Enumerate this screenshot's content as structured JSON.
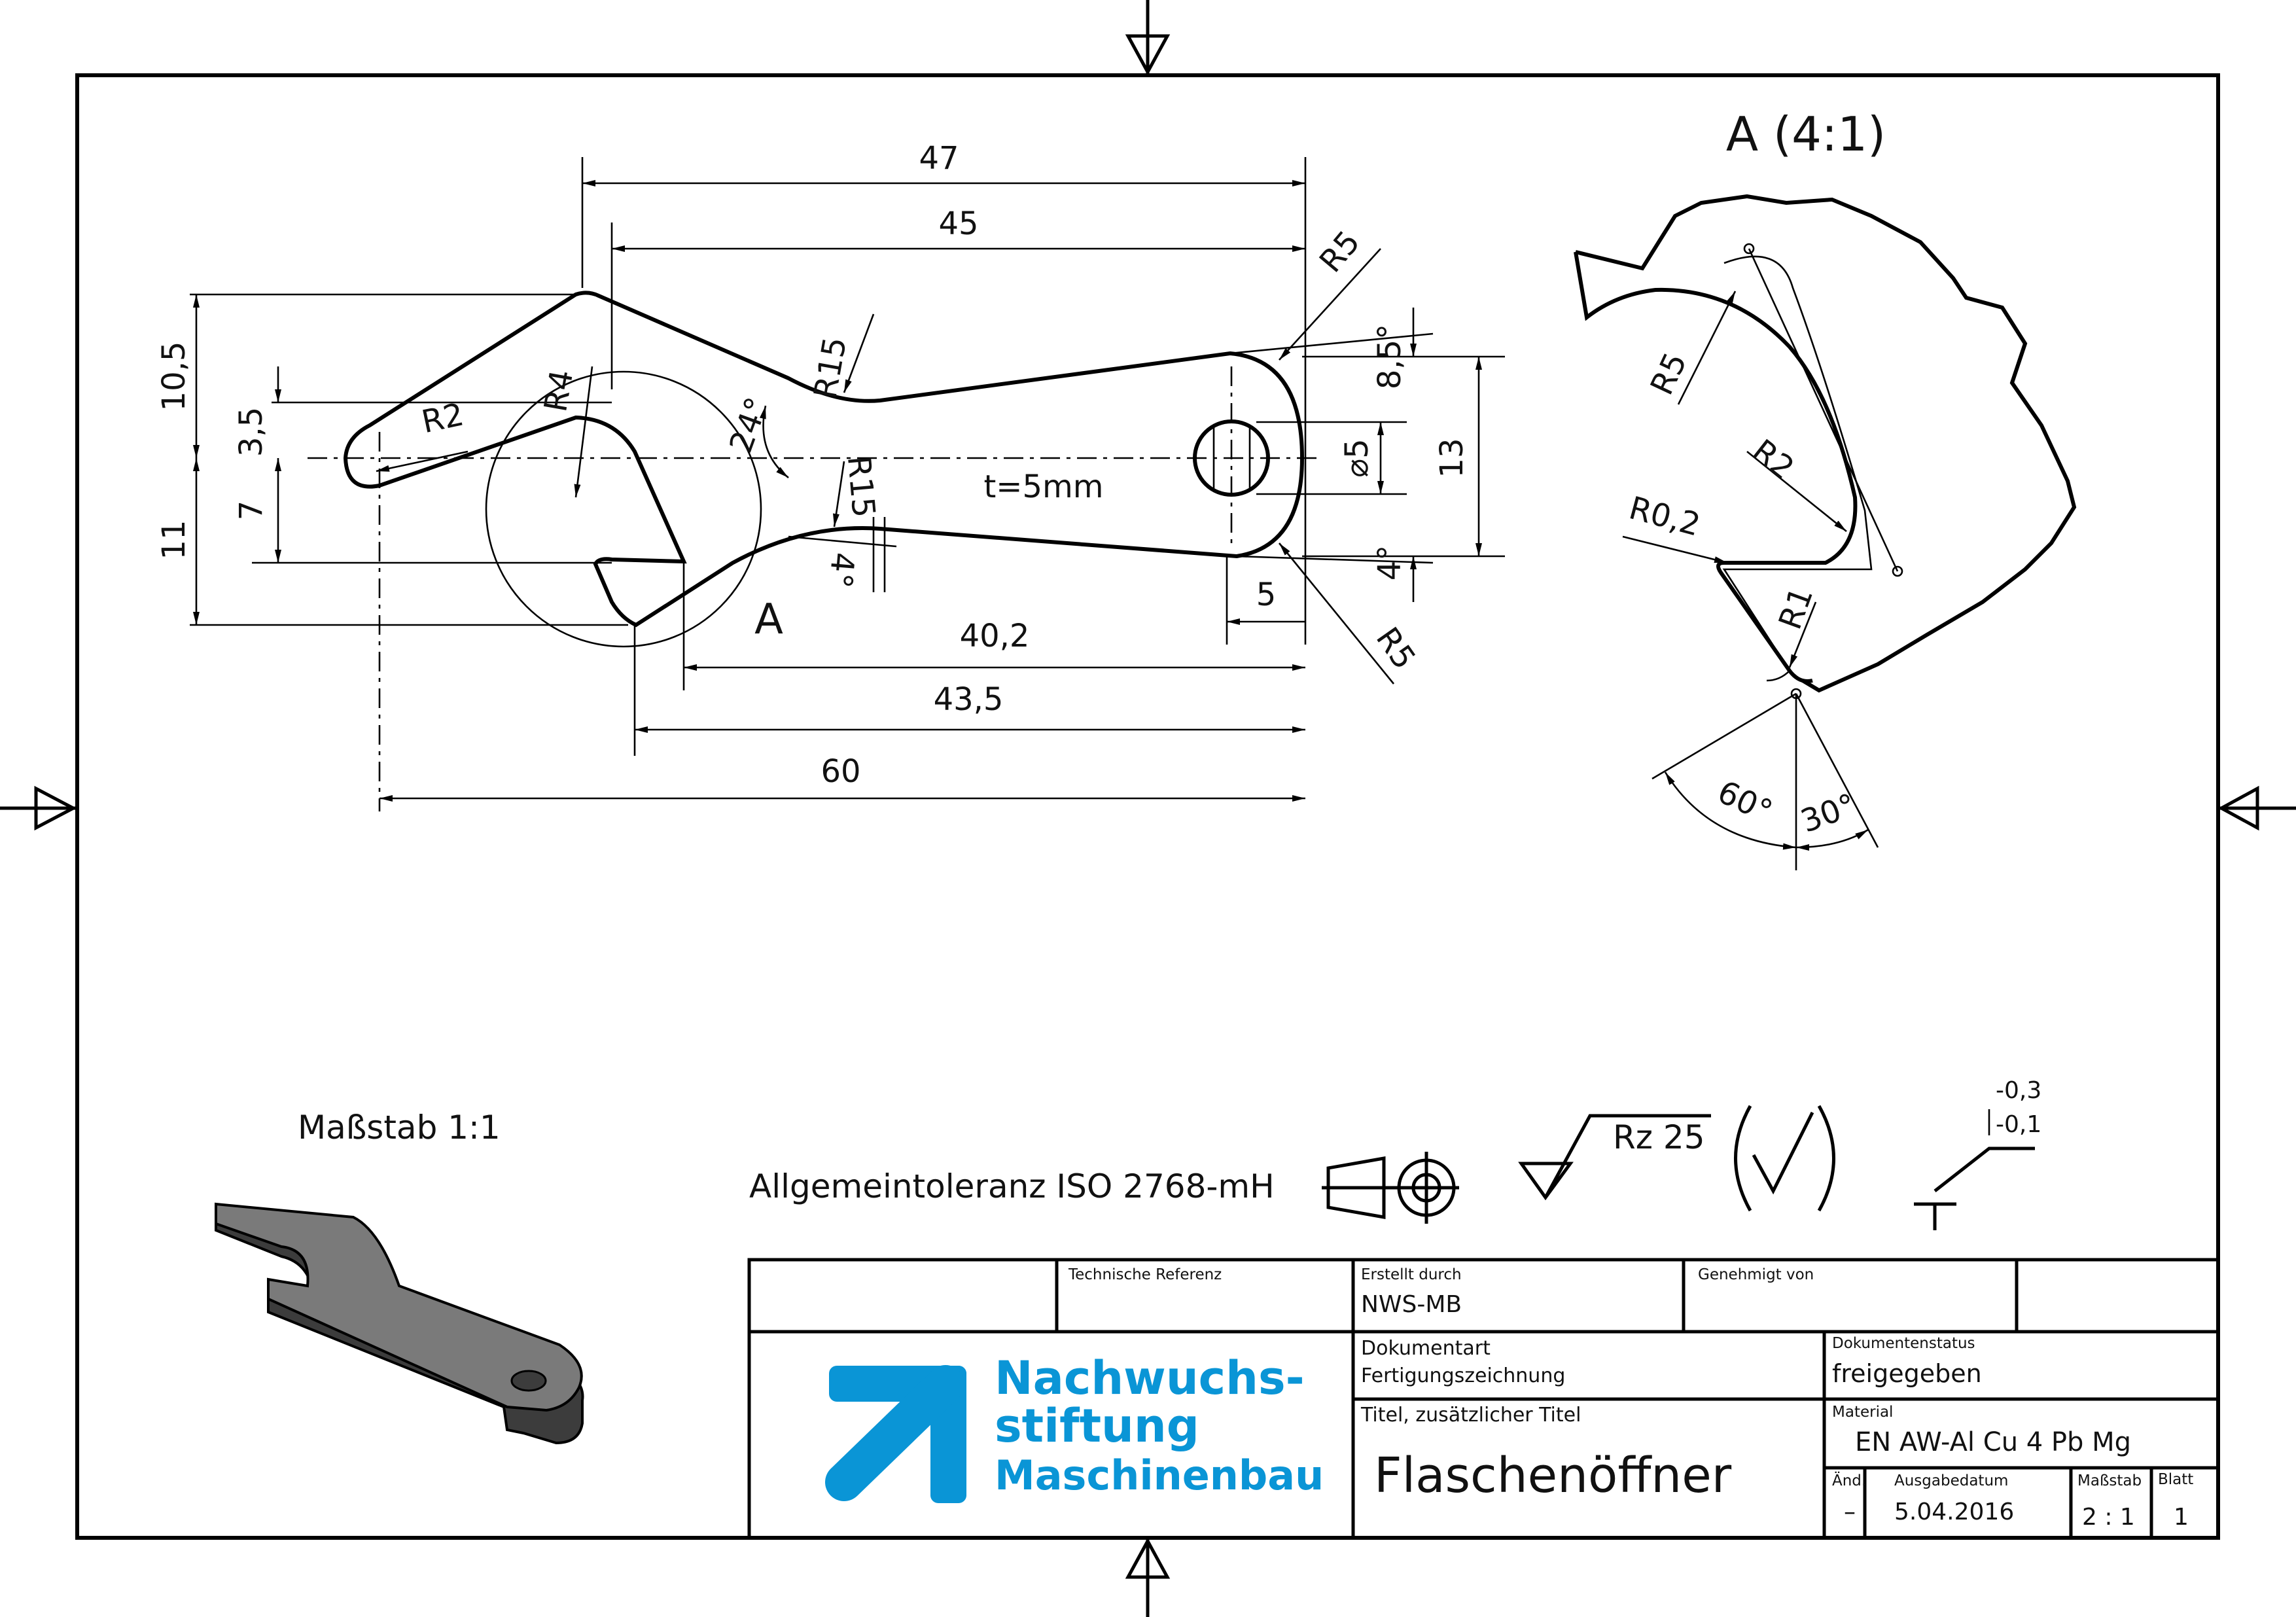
{
  "drawing": {
    "dimensions": {
      "d47": "47",
      "d45": "45",
      "d10_5": "10,5",
      "d3_5": "3,5",
      "d7": "7",
      "d11": "11",
      "r4": "R4",
      "r2": "R2",
      "a24": "24°",
      "r15_top": "R15",
      "r15_bottom": "R15",
      "a4_left": "4°",
      "r5_top": "R5",
      "r5_bottom": "R5",
      "a8_5": "8,5°",
      "a4_right": "4°",
      "d5_dia": "⌀5",
      "d13": "13",
      "d5": "5",
      "thickness": "t=5mm",
      "d40_2": "40,2",
      "d43_5": "43,5",
      "d60": "60",
      "detail_ref": "A"
    },
    "detail": {
      "title": "A (4:1)",
      "r5": "R5",
      "r2": "R2",
      "r0_2": "R0,2",
      "r1": "R1",
      "a60": "60°",
      "a30": "30°"
    },
    "notes": {
      "scale": "Maßstab 1:1",
      "tolerance": "Allgemeintoleranz ISO 2768-mH",
      "roughness": "Rz 25",
      "edge_upper": "-0,3",
      "edge_lower": "-0,1"
    }
  },
  "title_block": {
    "technical_reference_label": "Technische Referenz",
    "technical_reference_value": "",
    "created_by_label": "Erstellt durch",
    "created_by_value": "NWS-MB",
    "approved_by_label": "Genehmigt von",
    "approved_by_value": "",
    "logo_line1": "Nachwuchs-",
    "logo_line2": "stiftung",
    "logo_line3": "Maschinenbau",
    "document_type_label": "Dokumentart",
    "document_type_value": "Fertigungszeichnung",
    "document_status_label": "Dokumentenstatus",
    "document_status_value": "freigegeben",
    "title_label": "Titel, zusätzlicher Titel",
    "title_value": "Flaschenöffner",
    "material_label": "Material",
    "material_value": "EN AW-Al Cu 4 Pb Mg",
    "change_label": "Änd.",
    "change_value": "–",
    "issue_date_label": "Ausgabedatum",
    "issue_date_value": "5.04.2016",
    "scale_label": "Maßstab",
    "scale_value": "2 : 1",
    "sheet_label": "Blatt",
    "sheet_value": "1"
  },
  "colors": {
    "logo_blue": "#0a95d6",
    "line": "#000000",
    "iso_face": "#7a7a7a",
    "iso_side": "#3c3c3c"
  }
}
